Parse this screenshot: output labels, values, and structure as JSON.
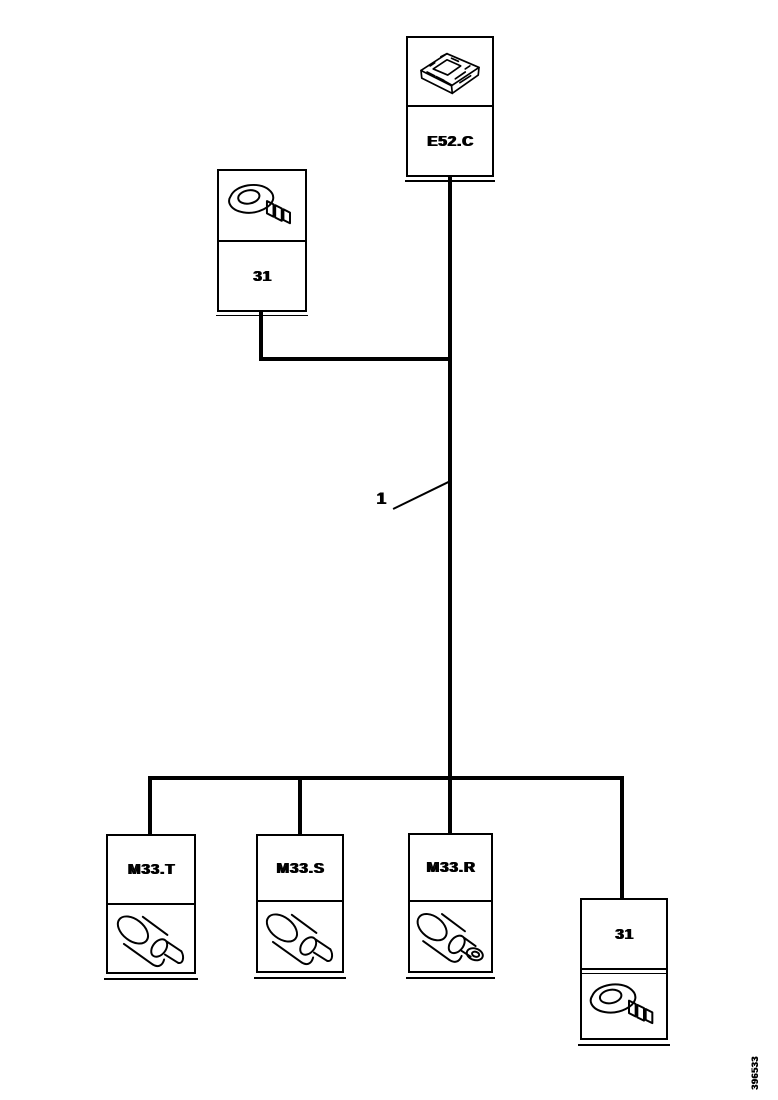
{
  "diagram": {
    "top_connector": {
      "label": "E52.C",
      "icon": "connector-icon"
    },
    "top_ground": {
      "label": "31",
      "icon": "ring-terminal-icon"
    },
    "wire_callout": {
      "label": "1"
    },
    "bottom_components": {
      "m33t": {
        "label": "M33.T",
        "icon": "crimp-terminal-icon"
      },
      "m33s": {
        "label": "M33.S",
        "icon": "crimp-terminal-icon"
      },
      "m33r": {
        "label": "M33.R",
        "icon": "crimp-ring-terminal-icon"
      },
      "ground": {
        "label": "31",
        "icon": "ring-terminal-icon"
      }
    },
    "drawing_number": "396533",
    "colors": {
      "line": "#000000",
      "background": "#ffffff"
    }
  }
}
